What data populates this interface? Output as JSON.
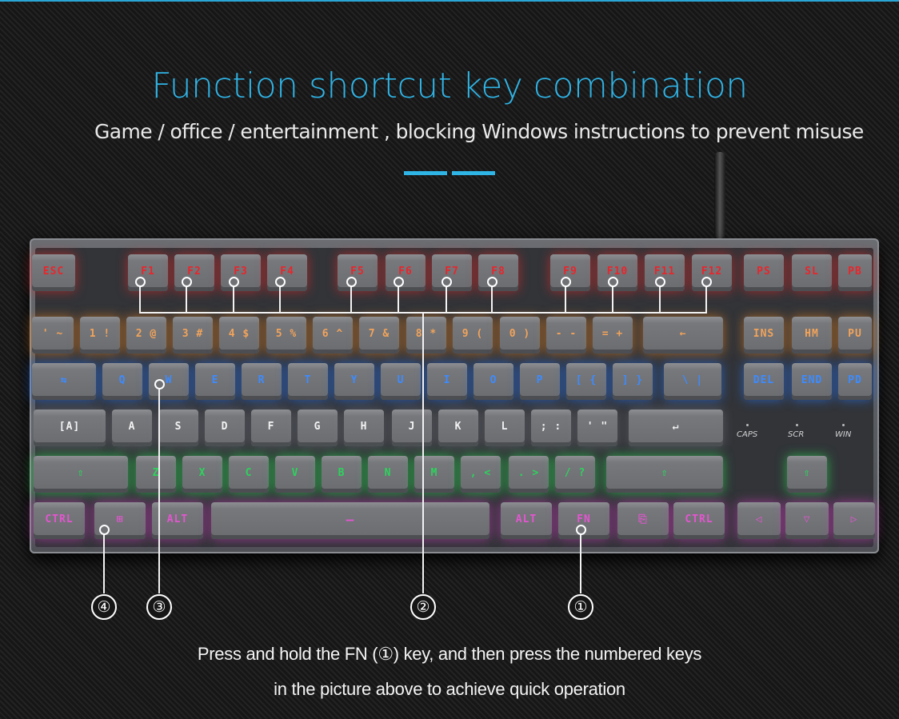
{
  "header": {
    "title": "Function shortcut key combination",
    "subtitle": "Game / office / entertainment , blocking Windows instructions to prevent misuse"
  },
  "colors": {
    "accent": "#2fb4e6",
    "row_f_keys": "#e8262c",
    "row_numbers": "#f2a35a",
    "row_qwerty": "#3d8bff",
    "row_home": "#f2f2f2",
    "row_shift": "#2dd35c",
    "row_bottom": "#e455d0"
  },
  "keyboard": {
    "function_row": [
      "ESC",
      "F1",
      "F2",
      "F3",
      "F4",
      "F5",
      "F6",
      "F7",
      "F8",
      "F9",
      "F10",
      "F11",
      "F12",
      "PS",
      "SL",
      "PB"
    ],
    "number_row": [
      "' ~",
      "1 !",
      "2 @",
      "3 #",
      "4 $",
      "5 %",
      "6 ^",
      "7 &",
      "8 *",
      "9 (",
      "0 )",
      "- -",
      "= +",
      "←",
      "INS",
      "HM",
      "PU"
    ],
    "qwerty_row": [
      "⇆",
      "Q",
      "W",
      "E",
      "R",
      "T",
      "Y",
      "U",
      "I",
      "O",
      "P",
      "[ {",
      "] }",
      "\\ |",
      "DEL",
      "END",
      "PD"
    ],
    "home_row": [
      "[A]",
      "A",
      "S",
      "D",
      "F",
      "G",
      "H",
      "J",
      "K",
      "L",
      "; :",
      "' \"",
      "↵"
    ],
    "shift_row": [
      "⇧",
      "Z",
      "X",
      "C",
      "V",
      "B",
      "N",
      "M",
      ", <",
      ". >",
      "/ ?",
      "⇧",
      "⇧"
    ],
    "bottom_row": [
      "CTRL",
      "⊞",
      "ALT",
      "—",
      "ALT",
      "FN",
      "⎘",
      "CTRL",
      "◁",
      "▽",
      "▷"
    ],
    "indicators": [
      "CAPS",
      "SCR",
      "WIN"
    ]
  },
  "callouts": {
    "one": "①",
    "two": "②",
    "three": "③",
    "four": "④"
  },
  "footer": {
    "line1": "Press and hold the FN (①) key, and then press the numbered keys",
    "line2": "in the picture above to achieve quick operation"
  }
}
